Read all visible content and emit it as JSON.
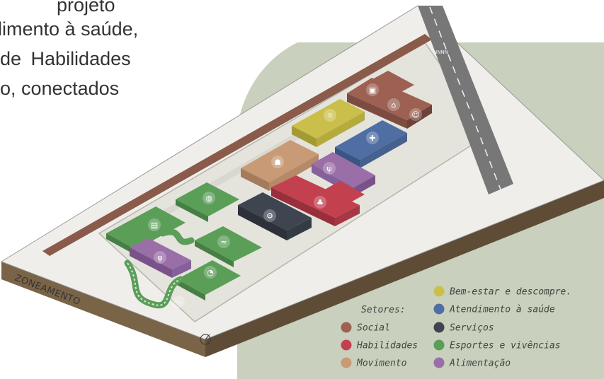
{
  "intro_text": {
    "line0": "projeto",
    "line1": "dimento à saúde,",
    "line2": "de  Habilidades",
    "line3": "o, conectados"
  },
  "zone_label": "ZONEAMENTO",
  "road_sign": "NNNN",
  "legend": {
    "title": "Setores:",
    "items": [
      {
        "label": "Bem-estar e descompre.",
        "color": "#c9bf4a"
      },
      {
        "label": "Atendimento à saúde",
        "color": "#4f6ea3"
      },
      {
        "label": "Social",
        "color": "#9c6152"
      },
      {
        "label": "Serviços",
        "color": "#3e4550"
      },
      {
        "label": "Habilidades",
        "color": "#c3414f"
      },
      {
        "label": "Esportes e vivências",
        "color": "#5a9e58"
      },
      {
        "label": "Movimento",
        "color": "#c89a76"
      },
      {
        "label": "Alimentação",
        "color": "#9a6ea7"
      }
    ]
  },
  "colors": {
    "background_circle": "#c9d0bd",
    "ground_top": "#efeeeb",
    "ground_side": "#7a6447",
    "road": "#777777",
    "wall": "#8a5a4a"
  },
  "icons": [
    "calendar-icon",
    "dome-icon",
    "people-icon",
    "spa-icon",
    "health-icon",
    "gym-icon",
    "food-icon",
    "skills-icon",
    "gear-icon",
    "globe-icon",
    "bed-icon",
    "pool-icon",
    "tennis-icon",
    "walk-icon",
    "compass-icon"
  ]
}
